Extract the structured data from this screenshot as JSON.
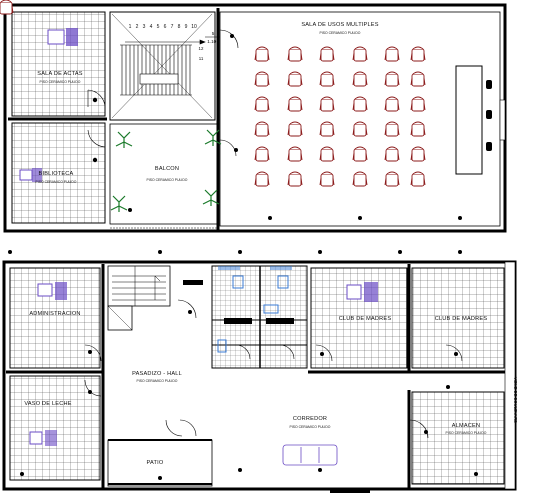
{
  "upper_floor": {
    "sala_usos": {
      "name": "SALA DE USOS MULTIPLES",
      "floor": "PISO CERAMICO PULIDO"
    },
    "sala_actas": {
      "name": "SALA DE ACTAS",
      "floor": "PISO CERAMICO PULIDO"
    },
    "biblioteca": {
      "name": "BIBLIOTECA",
      "floor": "PISO CERAMICO PULIDO"
    },
    "balcon": {
      "name": "BALCON",
      "floor": "PISO CERAMICO PULIDO"
    },
    "stair_numbers": [
      "1",
      "2",
      "3",
      "4",
      "5",
      "6",
      "7",
      "8",
      "9",
      "10"
    ],
    "stair_ratio_top": "5",
    "stair_ratio_bottom": "1.100",
    "stair_step_labels": [
      "12",
      "11"
    ]
  },
  "lower_floor": {
    "administracion": {
      "name": "ADMINISTRACION"
    },
    "vaso_de_leche": {
      "name": "VASO DE LECHE"
    },
    "pasadizo": {
      "name": "PASADIZO - HALL",
      "floor": "PISO CERAMICO PULIDO"
    },
    "club_madres_1": {
      "name": "CLUB DE MADRES"
    },
    "club_madres_2": {
      "name": "CLUB DE MADRES"
    },
    "corredor": {
      "name": "CORREDOR",
      "floor": "PISO CERAMICO PULIDO"
    },
    "almacen": {
      "name": "ALMACEN",
      "floor": "PISO CERAMICO PULIDO"
    },
    "patio": {
      "name": "PATIO"
    },
    "side_note": "VIENE DE BOULEVARD"
  },
  "colors": {
    "wall": "#000000",
    "grid": "#444444",
    "chair": "#8b1a1a",
    "plant": "#1a7a2a",
    "fixture": "#3a7bd5",
    "furniture": "#6a4bc4"
  }
}
